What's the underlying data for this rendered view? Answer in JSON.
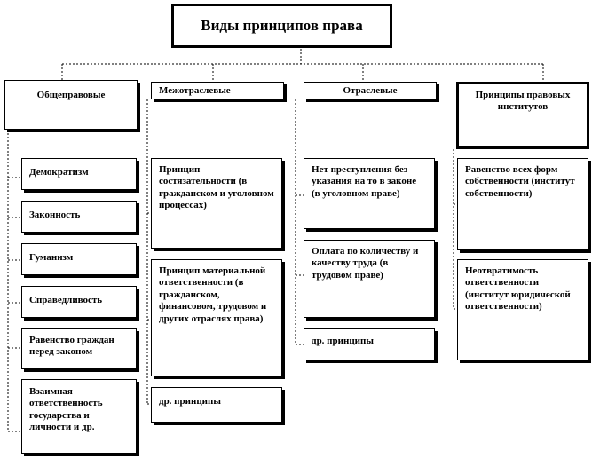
{
  "title": "Виды принципов права",
  "categories": [
    {
      "label": "Общеправовые"
    },
    {
      "label": "Межотраслевые"
    },
    {
      "label": "Отраслевые"
    },
    {
      "label": "Принципы правовых институтов"
    }
  ],
  "columns": [
    {
      "items": [
        "Демократизм",
        "Законность",
        "Гуманизм",
        "Справедливость",
        "Равенство граждан перед законом",
        "Взаимная ответственность государства и личности и др."
      ]
    },
    {
      "items": [
        "Принцип состязательности (в гражданском и уголовном процессах)",
        "Принцип материальной ответственности (в гражданском, финансовом, трудовом и других отраслях права)",
        "др. принципы"
      ]
    },
    {
      "items": [
        "Нет преступления без указания на то в законе (в уголовном праве)",
        "Оплата по количеству и качеству труда (в трудовом праве)",
        "др. принципы"
      ]
    },
    {
      "items": [
        "Равенство всех форм собственности (институт собственности)",
        "Неотвратимость ответственности (институт юридической ответственности)"
      ]
    }
  ]
}
